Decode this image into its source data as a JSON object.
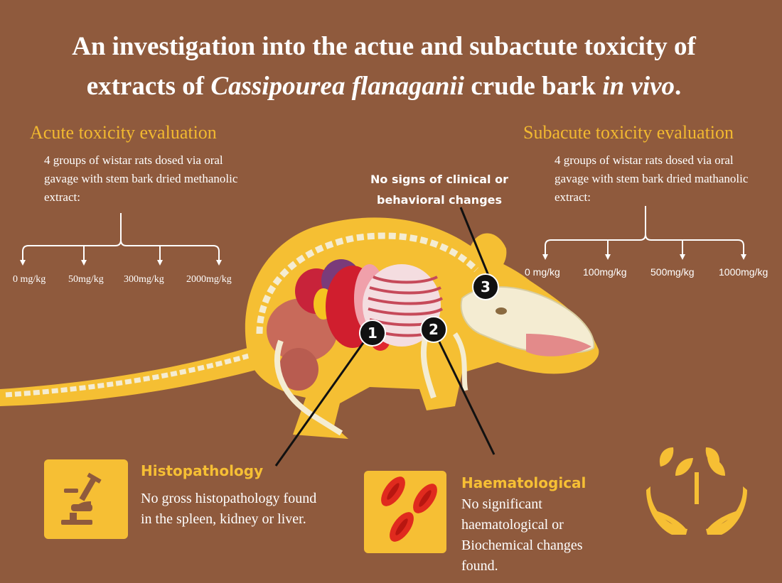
{
  "title": {
    "line1": "An investigation into the actue and subactute toxicity of",
    "line2_prefix": "extracts of ",
    "line2_species": "Cassipourea flanaganii",
    "line2_mid": " crude bark ",
    "line2_invivo": "in vivo",
    "line2_end": "."
  },
  "acute": {
    "heading": "Acute toxicity evaluation",
    "description": "4 groups of wistar rats dosed via oral gavage with stem bark dried methanolic extract:",
    "doses": [
      "0 mg/kg",
      "50mg/kg",
      "300mg/kg",
      "2000mg/kg"
    ]
  },
  "subacute": {
    "heading": "Subacute toxicity evaluation",
    "description": "4 groups of wistar rats dosed via oral gavage with stem bark dried mathanolic extract:",
    "doses": [
      "0 mg/kg",
      "100mg/kg",
      "500mg/kg",
      "1000mg/kg"
    ]
  },
  "markers": [
    "1",
    "2",
    "3"
  ],
  "callout_clinical": "No signs of clinical or behavioral changes",
  "findings": {
    "histopathology": {
      "title": "Histopathology",
      "text": "No gross histopathology found in the spleen, kidney or liver.",
      "icon": "microscope-icon"
    },
    "haematological": {
      "title": "Haematological",
      "text": "No significant haematological or Biochemical changes found.",
      "icon": "blood-cells-icon"
    }
  },
  "decor_icon": "plant-hands-icon",
  "colors": {
    "background": "#8f5a3d",
    "accent": "#f6bf34",
    "rat_body": "#f5bf33",
    "skeleton": "#f4ecd2",
    "blood_cell": "#e02a1e"
  }
}
